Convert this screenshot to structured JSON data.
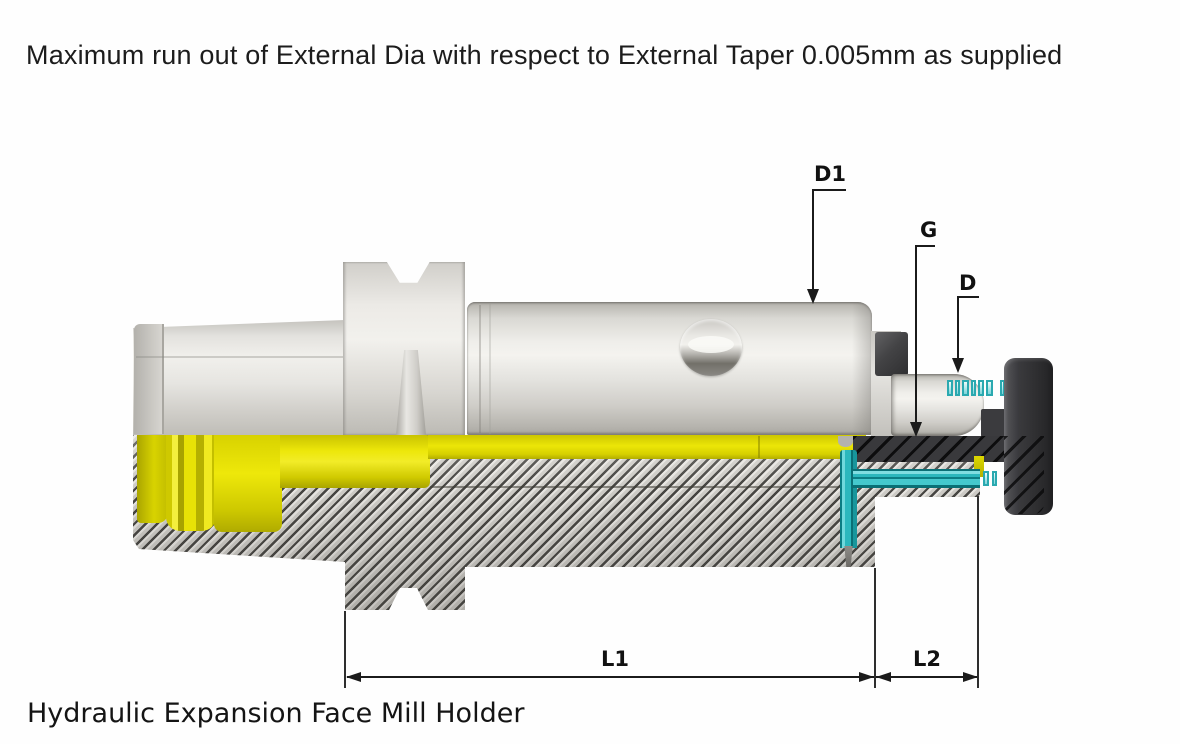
{
  "title": "Maximum run out of External Dia with respect to External Taper 0.005mm as supplied",
  "caption": "Hydraulic Expansion Face Mill Holder",
  "dimensions": {
    "d1": "D1",
    "g": "G",
    "d": "D",
    "l1": "L1",
    "l2": "L2"
  },
  "colors": {
    "section_yellow": "#ece607",
    "coolant_cyan": "#2bb7bd",
    "steel_gray": "#d6d4cf",
    "dark_component": "#333335",
    "line_black": "#1b1b1b"
  }
}
